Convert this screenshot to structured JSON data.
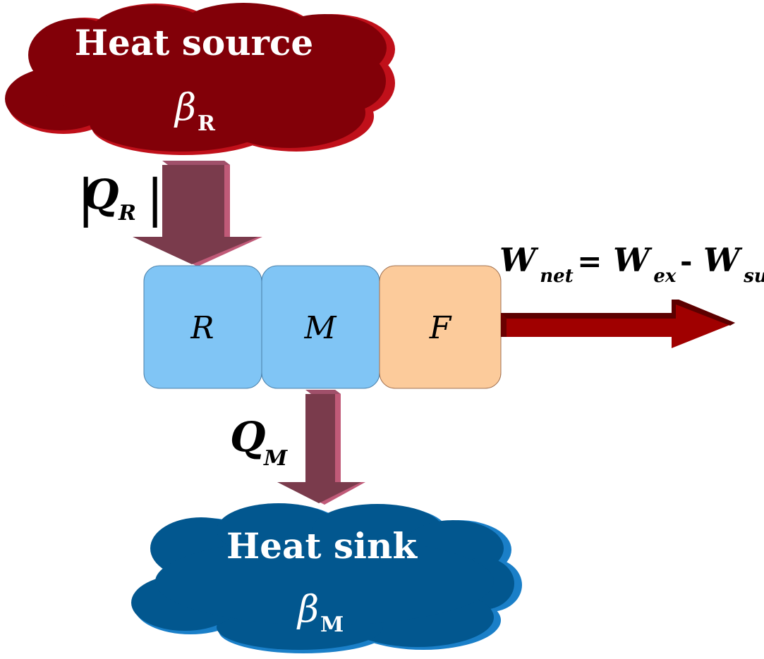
{
  "source": {
    "title": "Heat source",
    "beta": "β",
    "beta_sub": "R",
    "color": "#820008",
    "shadow_color": "#c0101a"
  },
  "sink": {
    "title": "Heat sink",
    "beta": "β",
    "beta_sub": "M",
    "color": "#02578f",
    "shadow_color": "#1a7fc8"
  },
  "heat_in": {
    "symbol": "Q",
    "sub": "R",
    "abs_open": "|",
    "abs_close": "|"
  },
  "heat_out": {
    "symbol": "Q",
    "sub": "M"
  },
  "blocks": [
    {
      "label": "R",
      "color": "#80c5f5"
    },
    {
      "label": "M",
      "color": "#80c5f5"
    },
    {
      "label": "F",
      "color": "#fccb9b"
    }
  ],
  "work": {
    "lhs": "W",
    "lhs_sub": "net",
    "equals": "=",
    "t1": "W",
    "t1_sub": "ex",
    "minus": "-",
    "t2": "W",
    "t2_sub": "sup"
  },
  "colors": {
    "heat_arrow": "#7a3b4c",
    "heat_arrow_side": "#c05a78",
    "work_arrow": "#a00000",
    "work_arrow_dark": "#5c0000"
  }
}
